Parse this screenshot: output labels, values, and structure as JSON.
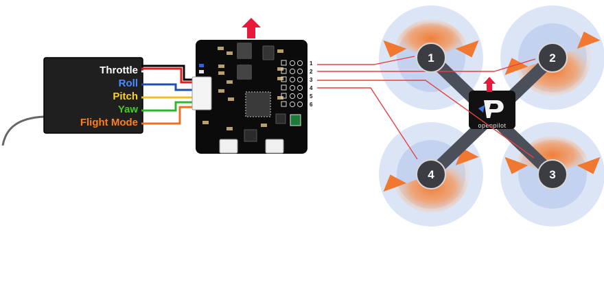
{
  "receiver": {
    "channels": [
      {
        "label": "Throttle",
        "color": "#ffffff"
      },
      {
        "label": "Roll",
        "color": "#4a8cff"
      },
      {
        "label": "Pitch",
        "color": "#ffd21a"
      },
      {
        "label": "Yaw",
        "color": "#44cc22"
      },
      {
        "label": "Flight Mode",
        "color": "#ff7f1a"
      }
    ],
    "wire_colors": [
      "#000000",
      "#e02020",
      "#ffffff",
      "#1e4fb0",
      "#f0c020",
      "#2db52d",
      "#f07020"
    ]
  },
  "flight_controller": {
    "outputs": [
      "1",
      "2",
      "3",
      "4",
      "5",
      "6"
    ],
    "arrow_color": "#e8183a"
  },
  "frame": {
    "brand": "openpilot",
    "motors": [
      {
        "number": "1",
        "rotation": "counter-clockwise"
      },
      {
        "number": "2",
        "rotation": "clockwise"
      },
      {
        "number": "3",
        "rotation": "counter-clockwise"
      },
      {
        "number": "4",
        "rotation": "clockwise"
      }
    ],
    "prop_color": "#c8d8f0",
    "arrow_color": "#f07830",
    "signal_wire_color": "#e84040"
  }
}
